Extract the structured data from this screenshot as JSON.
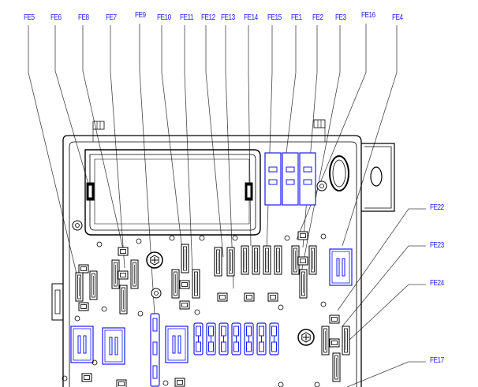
{
  "colors": {
    "label": "#1a1aff",
    "line": "#000000",
    "highlight": "#1a1aff"
  },
  "top_labels": [
    "FE5",
    "FE6",
    "FE8",
    "FE7",
    "FE9",
    "FE10",
    "FE11",
    "FE12",
    "FE13",
    "FE14",
    "FE15",
    "FE1",
    "FE2",
    "FE3",
    "FE16",
    "FE4"
  ],
  "side_labels": [
    "FE22",
    "FE23",
    "FE24",
    "FE17"
  ]
}
